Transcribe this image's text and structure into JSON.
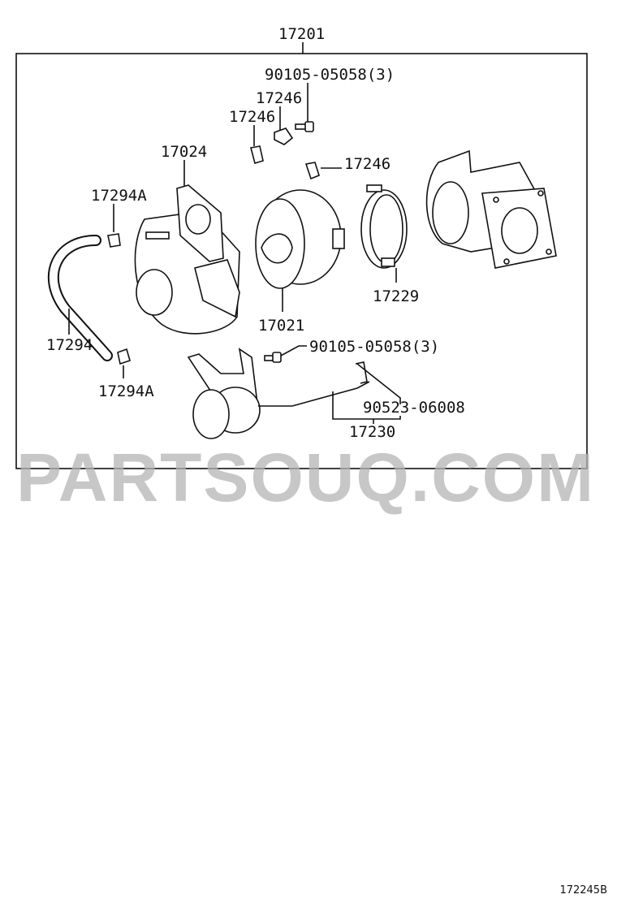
{
  "diagram": {
    "assembly_label": "17201",
    "labels": {
      "bolt_top": "90105-05058(3)",
      "washer_a": "17246",
      "washer_b": "17246",
      "washer_c": "17246",
      "gasket": "17024",
      "clamp_top": "17294A",
      "hose": "17294",
      "clamp_bottom": "17294A",
      "cartridge": "17021",
      "band_clamp": "17229",
      "bolt_mid": "90105-05058(3)",
      "clip": "90523-06008",
      "actuator": "17230"
    },
    "watermark": "PARTSOUQ.COM",
    "figure_code": "172245B"
  }
}
